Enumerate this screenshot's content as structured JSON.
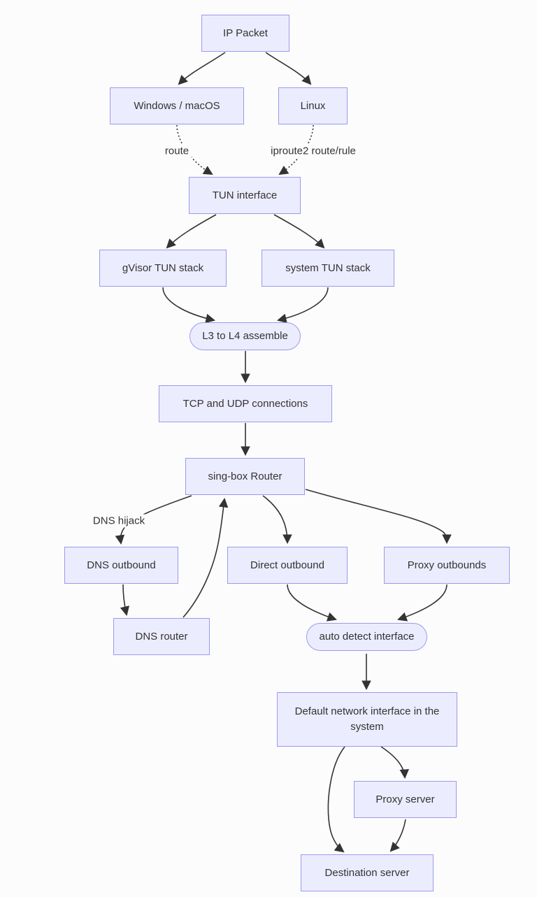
{
  "nodes": {
    "ip_packet": "IP Packet",
    "windows_macos": "Windows / macOS",
    "linux": "Linux",
    "tun_interface": "TUN interface",
    "gvisor_tun_stack": "gVisor TUN stack",
    "system_tun_stack": "system TUN stack",
    "l3_l4_assemble": "L3 to L4 assemble",
    "tcp_udp_connections": "TCP and UDP connections",
    "singbox_router": "sing-box Router",
    "dns_outbound": "DNS outbound",
    "direct_outbound": "Direct outbound",
    "proxy_outbounds": "Proxy outbounds",
    "dns_router": "DNS router",
    "auto_detect_interface": "auto detect interface",
    "default_network_interface": "Default network interface in the system",
    "proxy_server": "Proxy server",
    "destination_server": "Destination server"
  },
  "edge_labels": {
    "route": "route",
    "iproute2": "iproute2 route/rule",
    "dns_hijack": "DNS hijack"
  },
  "edges": [
    {
      "from": "IP Packet",
      "to": "Windows / macOS",
      "style": "solid"
    },
    {
      "from": "IP Packet",
      "to": "Linux",
      "style": "solid"
    },
    {
      "from": "Windows / macOS",
      "to": "TUN interface",
      "label": "route",
      "style": "dotted"
    },
    {
      "from": "Linux",
      "to": "TUN interface",
      "label": "iproute2 route/rule",
      "style": "dotted"
    },
    {
      "from": "TUN interface",
      "to": "gVisor TUN stack",
      "style": "solid"
    },
    {
      "from": "TUN interface",
      "to": "system TUN stack",
      "style": "solid"
    },
    {
      "from": "gVisor TUN stack",
      "to": "L3 to L4 assemble",
      "style": "solid"
    },
    {
      "from": "system TUN stack",
      "to": "L3 to L4 assemble",
      "style": "solid"
    },
    {
      "from": "L3 to L4 assemble",
      "to": "TCP and UDP connections",
      "style": "solid"
    },
    {
      "from": "TCP and UDP connections",
      "to": "sing-box Router",
      "style": "solid"
    },
    {
      "from": "sing-box Router",
      "to": "DNS outbound",
      "label": "DNS hijack",
      "style": "solid"
    },
    {
      "from": "DNS outbound",
      "to": "DNS router",
      "style": "solid"
    },
    {
      "from": "DNS router",
      "to": "sing-box Router",
      "style": "solid"
    },
    {
      "from": "sing-box Router",
      "to": "Direct outbound",
      "style": "solid"
    },
    {
      "from": "sing-box Router",
      "to": "Proxy outbounds",
      "style": "solid"
    },
    {
      "from": "Direct outbound",
      "to": "auto detect interface",
      "style": "solid"
    },
    {
      "from": "Proxy outbounds",
      "to": "auto detect interface",
      "style": "solid"
    },
    {
      "from": "auto detect interface",
      "to": "Default network interface in the system",
      "style": "solid"
    },
    {
      "from": "Default network interface in the system",
      "to": "Proxy server",
      "style": "solid"
    },
    {
      "from": "Default network interface in the system",
      "to": "Destination server",
      "style": "solid"
    },
    {
      "from": "Proxy server",
      "to": "Destination server",
      "style": "solid"
    }
  ],
  "colors": {
    "node_fill": "#ECECFF",
    "node_border": "#9A9AEE",
    "edge": "#333333",
    "text": "#333333",
    "background": "#FCFCFC"
  }
}
